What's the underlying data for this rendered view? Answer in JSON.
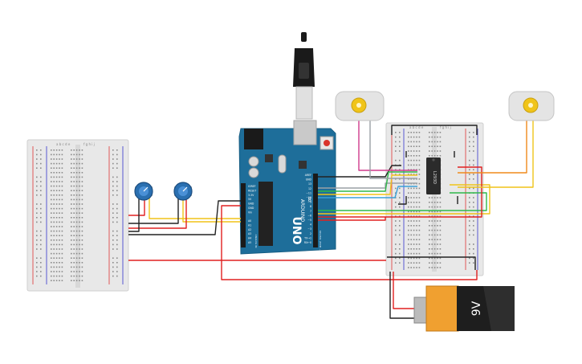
{
  "title": "",
  "arduino": {
    "brand": "ARDUINO",
    "model": "UNO",
    "analog_header": "ANALOG IN",
    "digital_header": "DIGITAL (PWM ~)",
    "power_pins": [
      "IOREF",
      "RESET",
      "3.3V",
      "5V",
      "GND",
      "GND",
      "Vin"
    ],
    "analog_pins": [
      "A0",
      "A1",
      "A2",
      "A3",
      "A4",
      "A5"
    ],
    "digital_pins": [
      "AREF",
      "GND",
      "13",
      "12",
      "~11",
      "~10",
      "~9",
      "8",
      "7",
      "~6",
      "~5",
      "4",
      "~3",
      "2",
      "TX→1",
      "RX←0"
    ]
  },
  "battery": {
    "label": "9V"
  },
  "driver_chip": {
    "label": "L293D"
  },
  "breadboard": {
    "col_letters_left": [
      "a",
      "b",
      "c",
      "d",
      "e"
    ],
    "col_letters_right": [
      "f",
      "g",
      "h",
      "i",
      "j"
    ]
  },
  "components": {
    "potentiometers": 2,
    "dc_motors": 2
  },
  "colors": {
    "arduino": "#1e6e9a",
    "wire_red": "#e02020",
    "wire_black": "#222222",
    "wire_yellow": "#f0c419",
    "wire_orange": "#f08a1c",
    "wire_green": "#2fb84a",
    "wire_pink": "#d03b8c",
    "wire_blue": "#3aa0d8",
    "wire_gray": "#9aa0a6",
    "battery_body": "#f0a030",
    "pot_knob": "#2a6fb0"
  }
}
